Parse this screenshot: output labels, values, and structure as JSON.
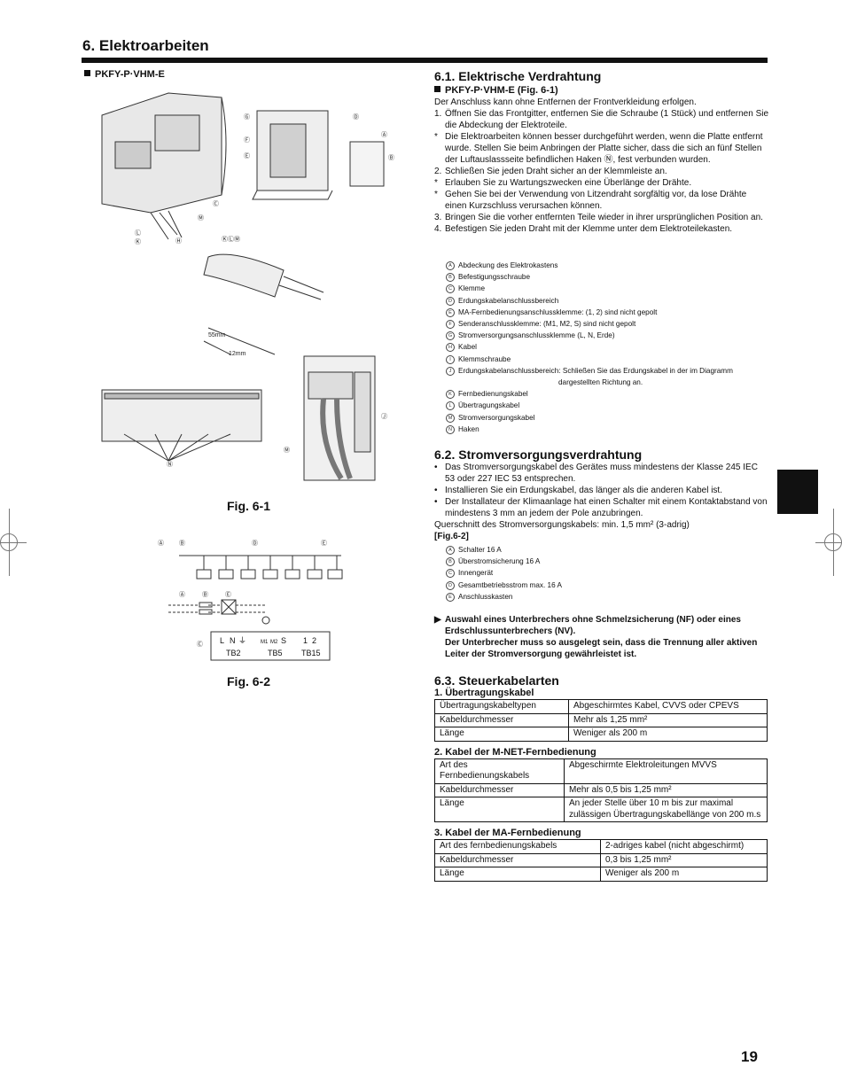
{
  "header": {
    "title": "6.  Elektroarbeiten"
  },
  "left": {
    "model_label": "PKFY-P·VHM-E",
    "fig1_caption": "Fig. 6-1",
    "fig2_caption": "Fig. 6-2",
    "dim_55": "55mm",
    "dim_12": "12mm",
    "tb_labels": [
      "TB2",
      "TB5",
      "TB15"
    ],
    "tb_terms": [
      "L",
      "N",
      "⏚",
      "M1",
      "M2",
      "S",
      "1",
      "2"
    ]
  },
  "s61": {
    "heading": "6.1.  Elektrische Verdrahtung",
    "sub": "PKFY-P·VHM-E (Fig. 6-1)",
    "intro": "Der Anschluss kann ohne Entfernen der Frontverkleidung erfolgen.",
    "items": [
      {
        "m": "1.",
        "t": "Öffnen Sie das Frontgitter, entfernen Sie die Schraube (1 Stück) und entfernen Sie die Abdeckung der Elektroteile."
      },
      {
        "m": "*",
        "t": "Die Elektroarbeiten können besser durchgeführt werden, wenn die Platte entfernt wurde. Stellen Sie beim Anbringen der Platte sicher, dass die sich an fünf Stellen der Luftauslassseite befindlichen Haken Ⓝ, fest verbunden wurden."
      },
      {
        "m": "2.",
        "t": "Schließen Sie jeden Draht sicher an der Klemmleiste an."
      },
      {
        "m": "*",
        "t": "Erlauben Sie zu Wartungszwecken eine Überlänge der Drähte."
      },
      {
        "m": "*",
        "t": "Gehen Sie bei der Verwendung von Litzendraht sorgfältig vor, da lose Drähte einen Kurzschluss verursachen können."
      },
      {
        "m": "3.",
        "t": "Bringen Sie die vorher entfernten Teile wieder in ihrer ursprünglichen Position an."
      },
      {
        "m": "4.",
        "t": "Befestigen Sie jeden Draht mit der Klemme unter dem Elektroteilekasten."
      }
    ],
    "legend": [
      {
        "k": "A",
        "t": "Abdeckung des Elektrokastens"
      },
      {
        "k": "B",
        "t": "Befestigungsschraube"
      },
      {
        "k": "C",
        "t": "Klemme"
      },
      {
        "k": "D",
        "t": "Erdungskabelanschlussbereich"
      },
      {
        "k": "E",
        "t": "MA-Fernbedienungsanschlussklemme: (1, 2) sind nicht gepolt"
      },
      {
        "k": "F",
        "t": "Senderanschlussklemme: (M1, M2, S) sind nicht gepolt"
      },
      {
        "k": "G",
        "t": "Stromversorgungsanschlussklemme (L, N, Erde)"
      },
      {
        "k": "H",
        "t": "Kabel"
      },
      {
        "k": "I",
        "t": "Klemmschraube"
      },
      {
        "k": "J",
        "t": "Erdungskabelanschlussbereich: Schließen Sie das Erdungskabel in der im Diagramm",
        "t2": "dargestellten Richtung an."
      },
      {
        "k": "K",
        "t": "Fernbedienungskabel"
      },
      {
        "k": "L",
        "t": "Übertragungskabel"
      },
      {
        "k": "M",
        "t": "Stromversorgungskabel"
      },
      {
        "k": "N",
        "t": "Haken"
      }
    ]
  },
  "s62": {
    "heading": "6.2.  Stromversorgungsverdrahtung",
    "bullets": [
      "Das Stromversorgungskabel des Gerätes muss mindestens der Klasse 245 IEC 53 oder 227 IEC 53 entsprechen.",
      "Installieren Sie ein Erdungskabel, das länger als die anderen Kabel ist.",
      "Der Installateur der Klimaanlage hat einen Schalter mit einem Kontaktabstand von mindestens 3 mm an jedem der Pole anzubringen."
    ],
    "cross_section": "Querschnitt des Stromversorgungskabels: min. 1,5 mm² (3-adrig)",
    "fig_ref": "[Fig.6-2]",
    "legend": [
      {
        "k": "A",
        "t": "Schalter 16 A"
      },
      {
        "k": "B",
        "t": "Überstromsicherung 16 A"
      },
      {
        "k": "C",
        "t": "Innengerät"
      },
      {
        "k": "D",
        "t": "Gesamtbetriebsstrom max. 16 A"
      },
      {
        "k": "E",
        "t": "Anschlusskasten"
      }
    ],
    "note1": "Auswahl eines Unterbrechers ohne Schmelzsicherung (NF) oder eines Erdschlussunterbrechers (NV).",
    "note2": "Der Unterbrecher muss so ausgelegt sein, dass die Trennung aller aktiven Leiter der Stromversorgung gewährleistet ist."
  },
  "s63": {
    "heading": "6.3.  Steuerkabelarten",
    "t1": {
      "title": "1.  Übertragungskabel",
      "rows": [
        [
          "Übertragungskabeltypen",
          "Abgeschirmtes Kabel, CVVS oder CPEVS"
        ],
        [
          "Kabeldurchmesser",
          "Mehr als 1,25 mm²"
        ],
        [
          "Länge",
          "Weniger als 200 m"
        ]
      ]
    },
    "t2": {
      "title": "2.  Kabel der M-NET-Fernbedienung",
      "rows": [
        [
          "Art des Fernbedienungskabels",
          "Abgeschirmte Elektroleitungen MVVS"
        ],
        [
          "Kabeldurchmesser",
          "Mehr als 0,5 bis 1,25 mm²"
        ],
        [
          "Länge",
          "An jeder Stelle über 10 m bis zur maximal zulässigen Übertragungskabellänge von 200 m.s"
        ]
      ]
    },
    "t3": {
      "title": "3.  Kabel der MA-Fernbedienung",
      "rows": [
        [
          "Art des fernbedienungskabels",
          "2-adriges kabel (nicht abgeschirmt)"
        ],
        [
          "Kabeldurchmesser",
          "0,3 bis 1,25 mm²"
        ],
        [
          "Länge",
          "Weniger als 200 m"
        ]
      ]
    }
  },
  "footer": {
    "page": "19"
  }
}
